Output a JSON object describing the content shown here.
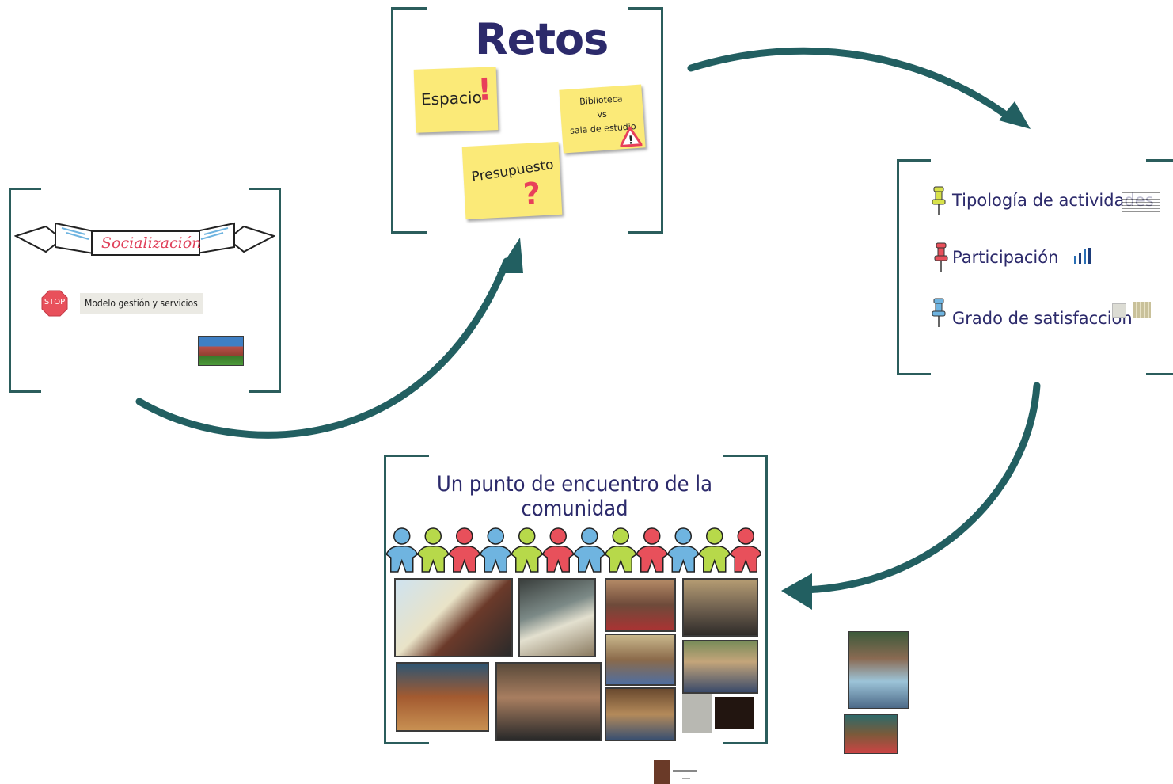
{
  "retos": {
    "title": "Retos",
    "notes": {
      "espacio": "Espacio",
      "biblioteca_line1": "Biblioteca",
      "biblioteca_line2": "vs",
      "biblioteca_line3": "sala de estudio",
      "presupuesto": "Presupuesto"
    }
  },
  "socializacion": {
    "banner": "Socialización",
    "stop": "STOP",
    "tag": "Modelo gestión y servicios"
  },
  "evaluacion": {
    "items": [
      {
        "label": "Tipología de actividades",
        "pin_color": "#d8e24a"
      },
      {
        "label": "Participación",
        "pin_color": "#e8505b"
      },
      {
        "label": "Grado de satisfacción",
        "pin_color": "#6fb4e0"
      }
    ]
  },
  "comunidad": {
    "title": "Un punto de encuentro de la comunidad",
    "figure_colors": [
      "#6fb4e0",
      "#b7d94a",
      "#e8505b",
      "#6fb4e0",
      "#b7d94a",
      "#e8505b",
      "#6fb4e0",
      "#b7d94a",
      "#e8505b",
      "#6fb4e0",
      "#b7d94a",
      "#e8505b"
    ]
  },
  "colors": {
    "frame": "#2b5d5c",
    "arrow": "#225f61",
    "title_navy": "#2c2a6b",
    "sticky": "#fbea78",
    "banner_text": "#e0405a"
  }
}
